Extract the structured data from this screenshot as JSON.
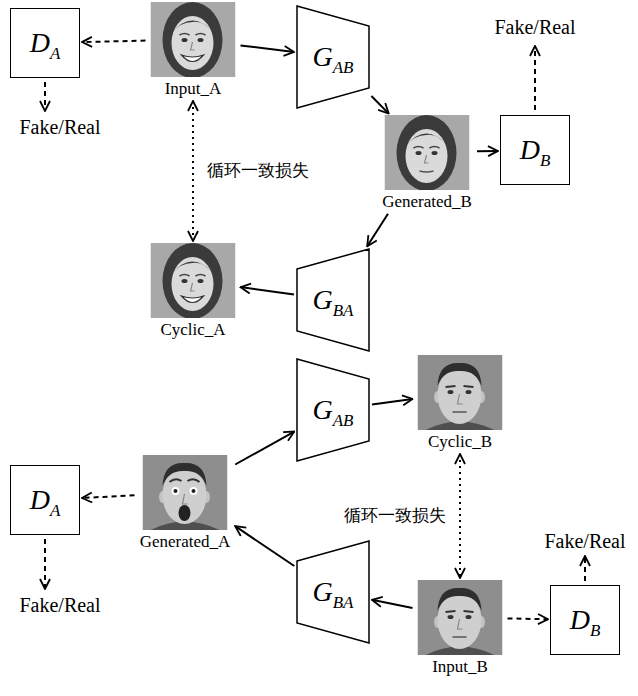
{
  "diagram": {
    "nodes": [
      {
        "text": [
          "DA"
        ]
      },
      {
        "text": [
          "Input_A"
        ]
      },
      {
        "text": [
          "GAB"
        ]
      },
      {
        "text": [
          "Generated_B"
        ]
      },
      {
        "text": [
          "DB"
        ]
      },
      {
        "text": [
          "GBA"
        ]
      },
      {
        "text": [
          "Cyclic_A"
        ]
      },
      {
        "text": [
          "GAB"
        ]
      },
      {
        "text": [
          "Cyclic_B"
        ]
      },
      {
        "text": [
          "DA"
        ]
      },
      {
        "text": [
          "Generated_A"
        ]
      },
      {
        "text": [
          "GBA"
        ]
      },
      {
        "text": [
          "Input_B"
        ]
      },
      {
        "text": [
          "DB"
        ]
      }
    ],
    "edges": [
      {
        "from": 1,
        "to": 0,
        "arrow": "to"
      },
      {
        "from": 1,
        "to": 2,
        "arrow": "to"
      },
      {
        "from": 2,
        "to": 3,
        "arrow": "to"
      },
      {
        "from": 3,
        "to": 4,
        "arrow": "to"
      },
      {
        "from": 3,
        "to": 5,
        "arrow": "to"
      },
      {
        "from": 5,
        "to": 6,
        "arrow": "to"
      },
      {
        "from": 1,
        "to": 6,
        "label": "循环一致损失",
        "arrow": "both"
      },
      {
        "from": 10,
        "to": 7,
        "arrow": "to"
      },
      {
        "from": 7,
        "to": 8,
        "arrow": "to"
      },
      {
        "from": 8,
        "to": 12,
        "label": "循环一致损失",
        "arrow": "both"
      },
      {
        "from": 10,
        "to": 9,
        "arrow": "to"
      },
      {
        "from": 11,
        "to": 10,
        "arrow": "to"
      },
      {
        "from": 12,
        "to": 11,
        "arrow": "to"
      },
      {
        "from": 12,
        "to": 13,
        "arrow": "to"
      }
    ],
    "labels": [
      "Fake/Real",
      "Fake/Real",
      "Fake/Real",
      "Fake/Real"
    ]
  }
}
